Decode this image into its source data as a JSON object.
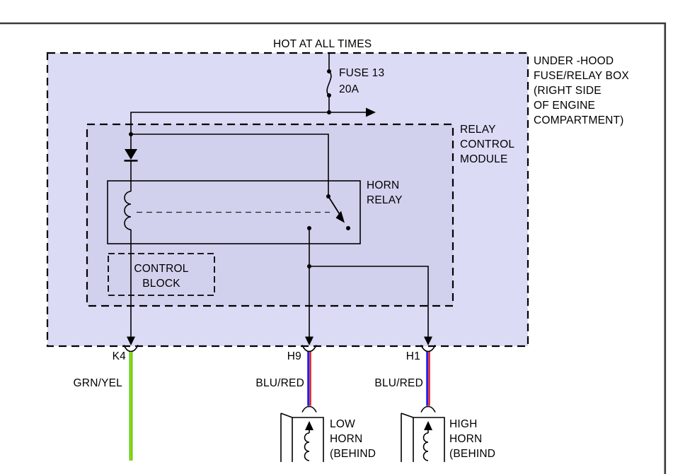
{
  "labels": {
    "power": "HOT AT ALL TIMES",
    "fuse_name": "FUSE 13",
    "fuse_rating": "20A",
    "underhood_box": "UNDER -HOOD\nFUSE/RELAY BOX\n(RIGHT SIDE\nOF ENGINE\nCOMPARTMENT)",
    "relay_module": "RELAY\nCONTROL\nMODULE",
    "horn_relay": "HORN\nRELAY",
    "control_block": "CONTROL\nBLOCK",
    "pin_k4": "K4",
    "pin_h9": "H9",
    "pin_h1": "H1",
    "wire_k4": "GRN/YEL",
    "wire_h9": "BLU/RED",
    "wire_h1": "BLU/RED",
    "low_horn": "LOW\nHORN\n(BEHIND",
    "high_horn": "HIGH\nHORN\n(BEHIND"
  },
  "colors": {
    "fusebox_fill": "#dbdbf6",
    "module_fill": "#d1d1ee",
    "frame": "#3a3a3a",
    "line": "#000000",
    "wire_green": "#33c400",
    "wire_yellow": "#e8e400",
    "wire_blue": "#2020ea",
    "wire_red": "#ea1010"
  }
}
